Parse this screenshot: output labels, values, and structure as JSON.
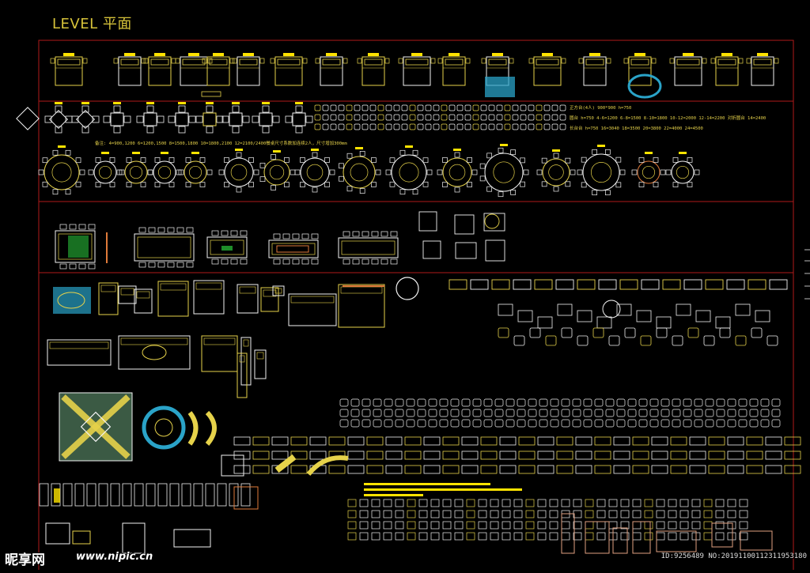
{
  "header": {
    "title": "LEVEL 平面"
  },
  "notes": {
    "row2_note": "备注: 4=900,1200  6=1200,1500  8=1500,1800  10=1800,2100  12=2100/2400餐桌尺寸系数加连续2人，尺寸增加300mm",
    "dims": [
      "正方台(4人) 900*900 h=750",
      "圆台 h=750    4-6=1200   6-8=1500   8-10=1800   10-12=2000   12-14=2200   对折圆台 14=2400",
      "长台台 h=750     16=3040   18=3500   20=3800   22=4000   24=4500"
    ]
  },
  "watermark": {
    "logo": "昵享网",
    "url": "www.nipic.cn",
    "id": "ID:9256489 NO:20191100112311953180"
  },
  "colors": {
    "background": "#000000",
    "frame": "#b01a1a",
    "line": "#e6d24a",
    "white": "#f2f2f2",
    "cyan": "#2aa3c8",
    "green": "#1e8c2a",
    "orange": "#e07a3a",
    "highlight": "#ffe300"
  }
}
